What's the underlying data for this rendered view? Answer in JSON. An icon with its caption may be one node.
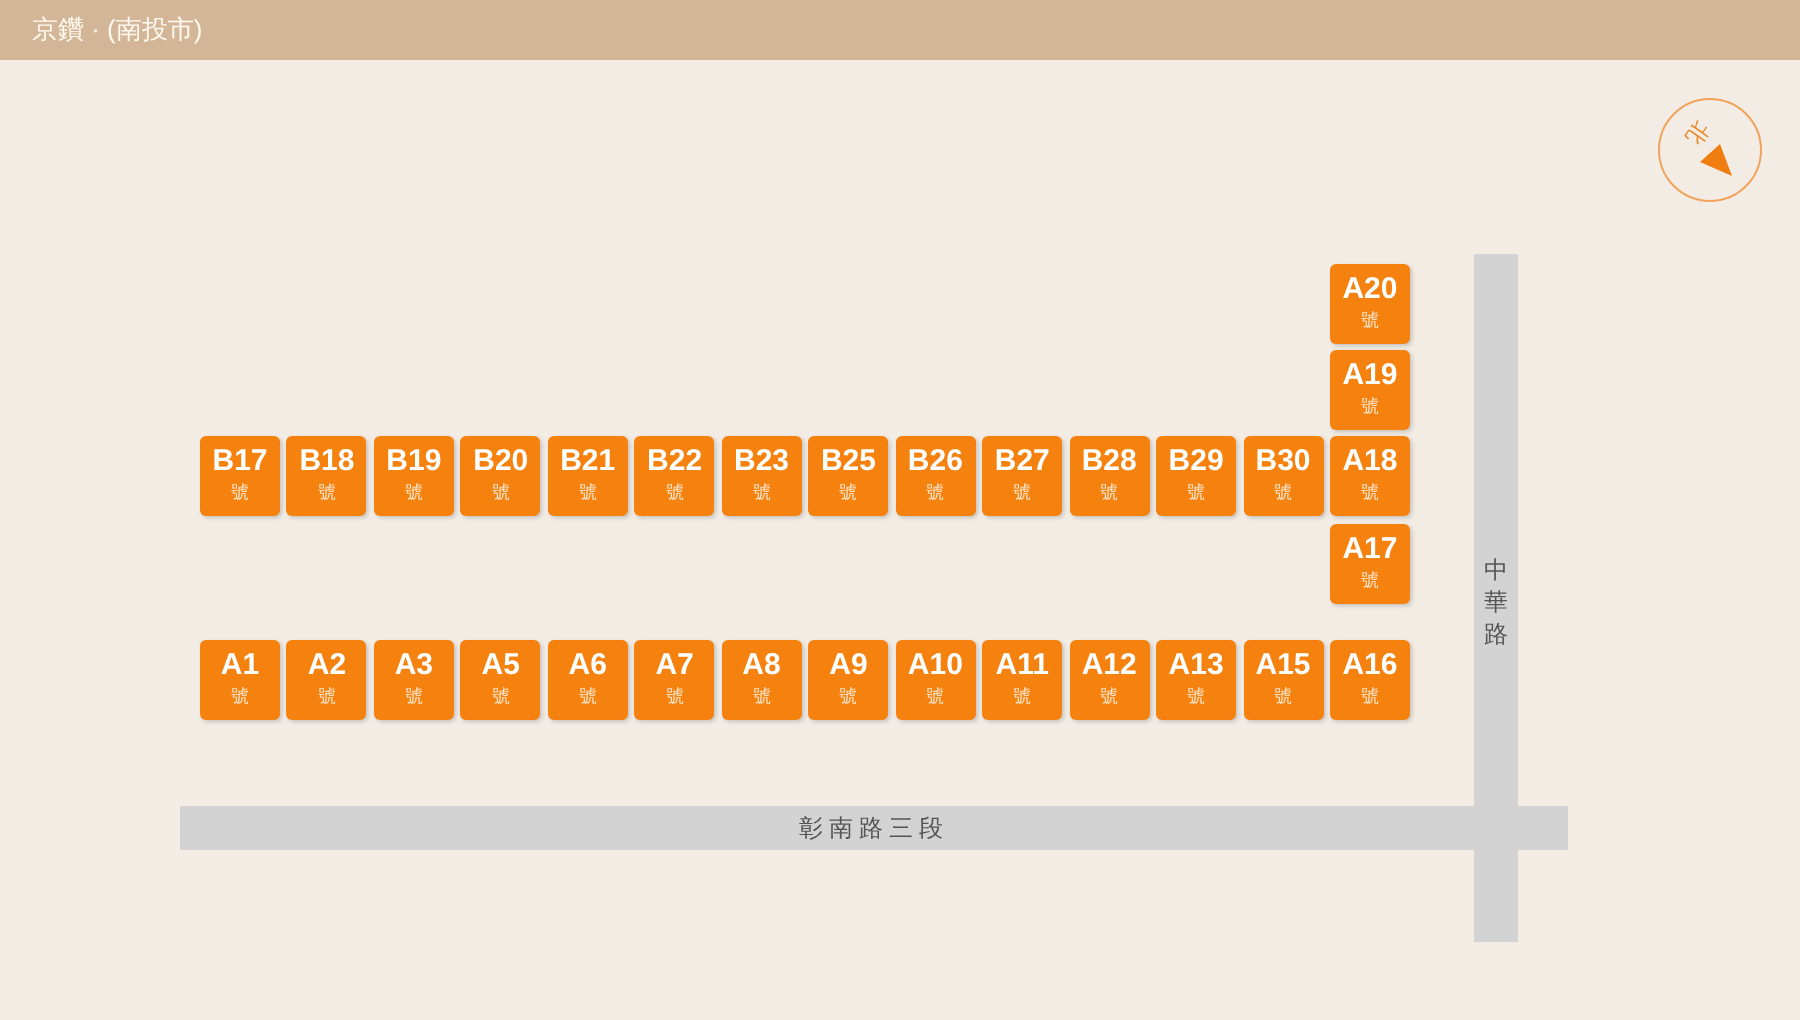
{
  "diagram": {
    "title": "京鑽 · (南投市)",
    "nodes": [
      {
        "text": [
          "北"
        ]
      },
      {
        "text": [
          "A20",
          "號"
        ]
      },
      {
        "text": [
          "A19",
          "號"
        ]
      },
      {
        "text": [
          "B17",
          "號"
        ]
      },
      {
        "text": [
          "B18",
          "號"
        ]
      },
      {
        "text": [
          "B19",
          "號"
        ]
      },
      {
        "text": [
          "B20",
          "號"
        ]
      },
      {
        "text": [
          "B21",
          "號"
        ]
      },
      {
        "text": [
          "B22",
          "號"
        ]
      },
      {
        "text": [
          "B23",
          "號"
        ]
      },
      {
        "text": [
          "B25",
          "號"
        ]
      },
      {
        "text": [
          "B26",
          "號"
        ]
      },
      {
        "text": [
          "B27",
          "號"
        ]
      },
      {
        "text": [
          "B28",
          "號"
        ]
      },
      {
        "text": [
          "B29",
          "號"
        ]
      },
      {
        "text": [
          "B30",
          "號"
        ]
      },
      {
        "text": [
          "A18",
          "號"
        ]
      },
      {
        "text": [
          "A17",
          "號"
        ]
      },
      {
        "text": [
          "中華路"
        ]
      },
      {
        "text": [
          "A1",
          "號"
        ]
      },
      {
        "text": [
          "A2",
          "號"
        ]
      },
      {
        "text": [
          "A3",
          "號"
        ]
      },
      {
        "text": [
          "A5",
          "號"
        ]
      },
      {
        "text": [
          "A6",
          "號"
        ]
      },
      {
        "text": [
          "A7",
          "號"
        ]
      },
      {
        "text": [
          "A8",
          "號"
        ]
      },
      {
        "text": [
          "A9",
          "號"
        ]
      },
      {
        "text": [
          "A10",
          "號"
        ]
      },
      {
        "text": [
          "A11",
          "號"
        ]
      },
      {
        "text": [
          "A12",
          "號"
        ]
      },
      {
        "text": [
          "A13",
          "號"
        ]
      },
      {
        "text": [
          "A15",
          "號"
        ]
      },
      {
        "text": [
          "A16",
          "號"
        ]
      },
      {
        "text": [
          "彰南路三段"
        ]
      }
    ]
  }
}
